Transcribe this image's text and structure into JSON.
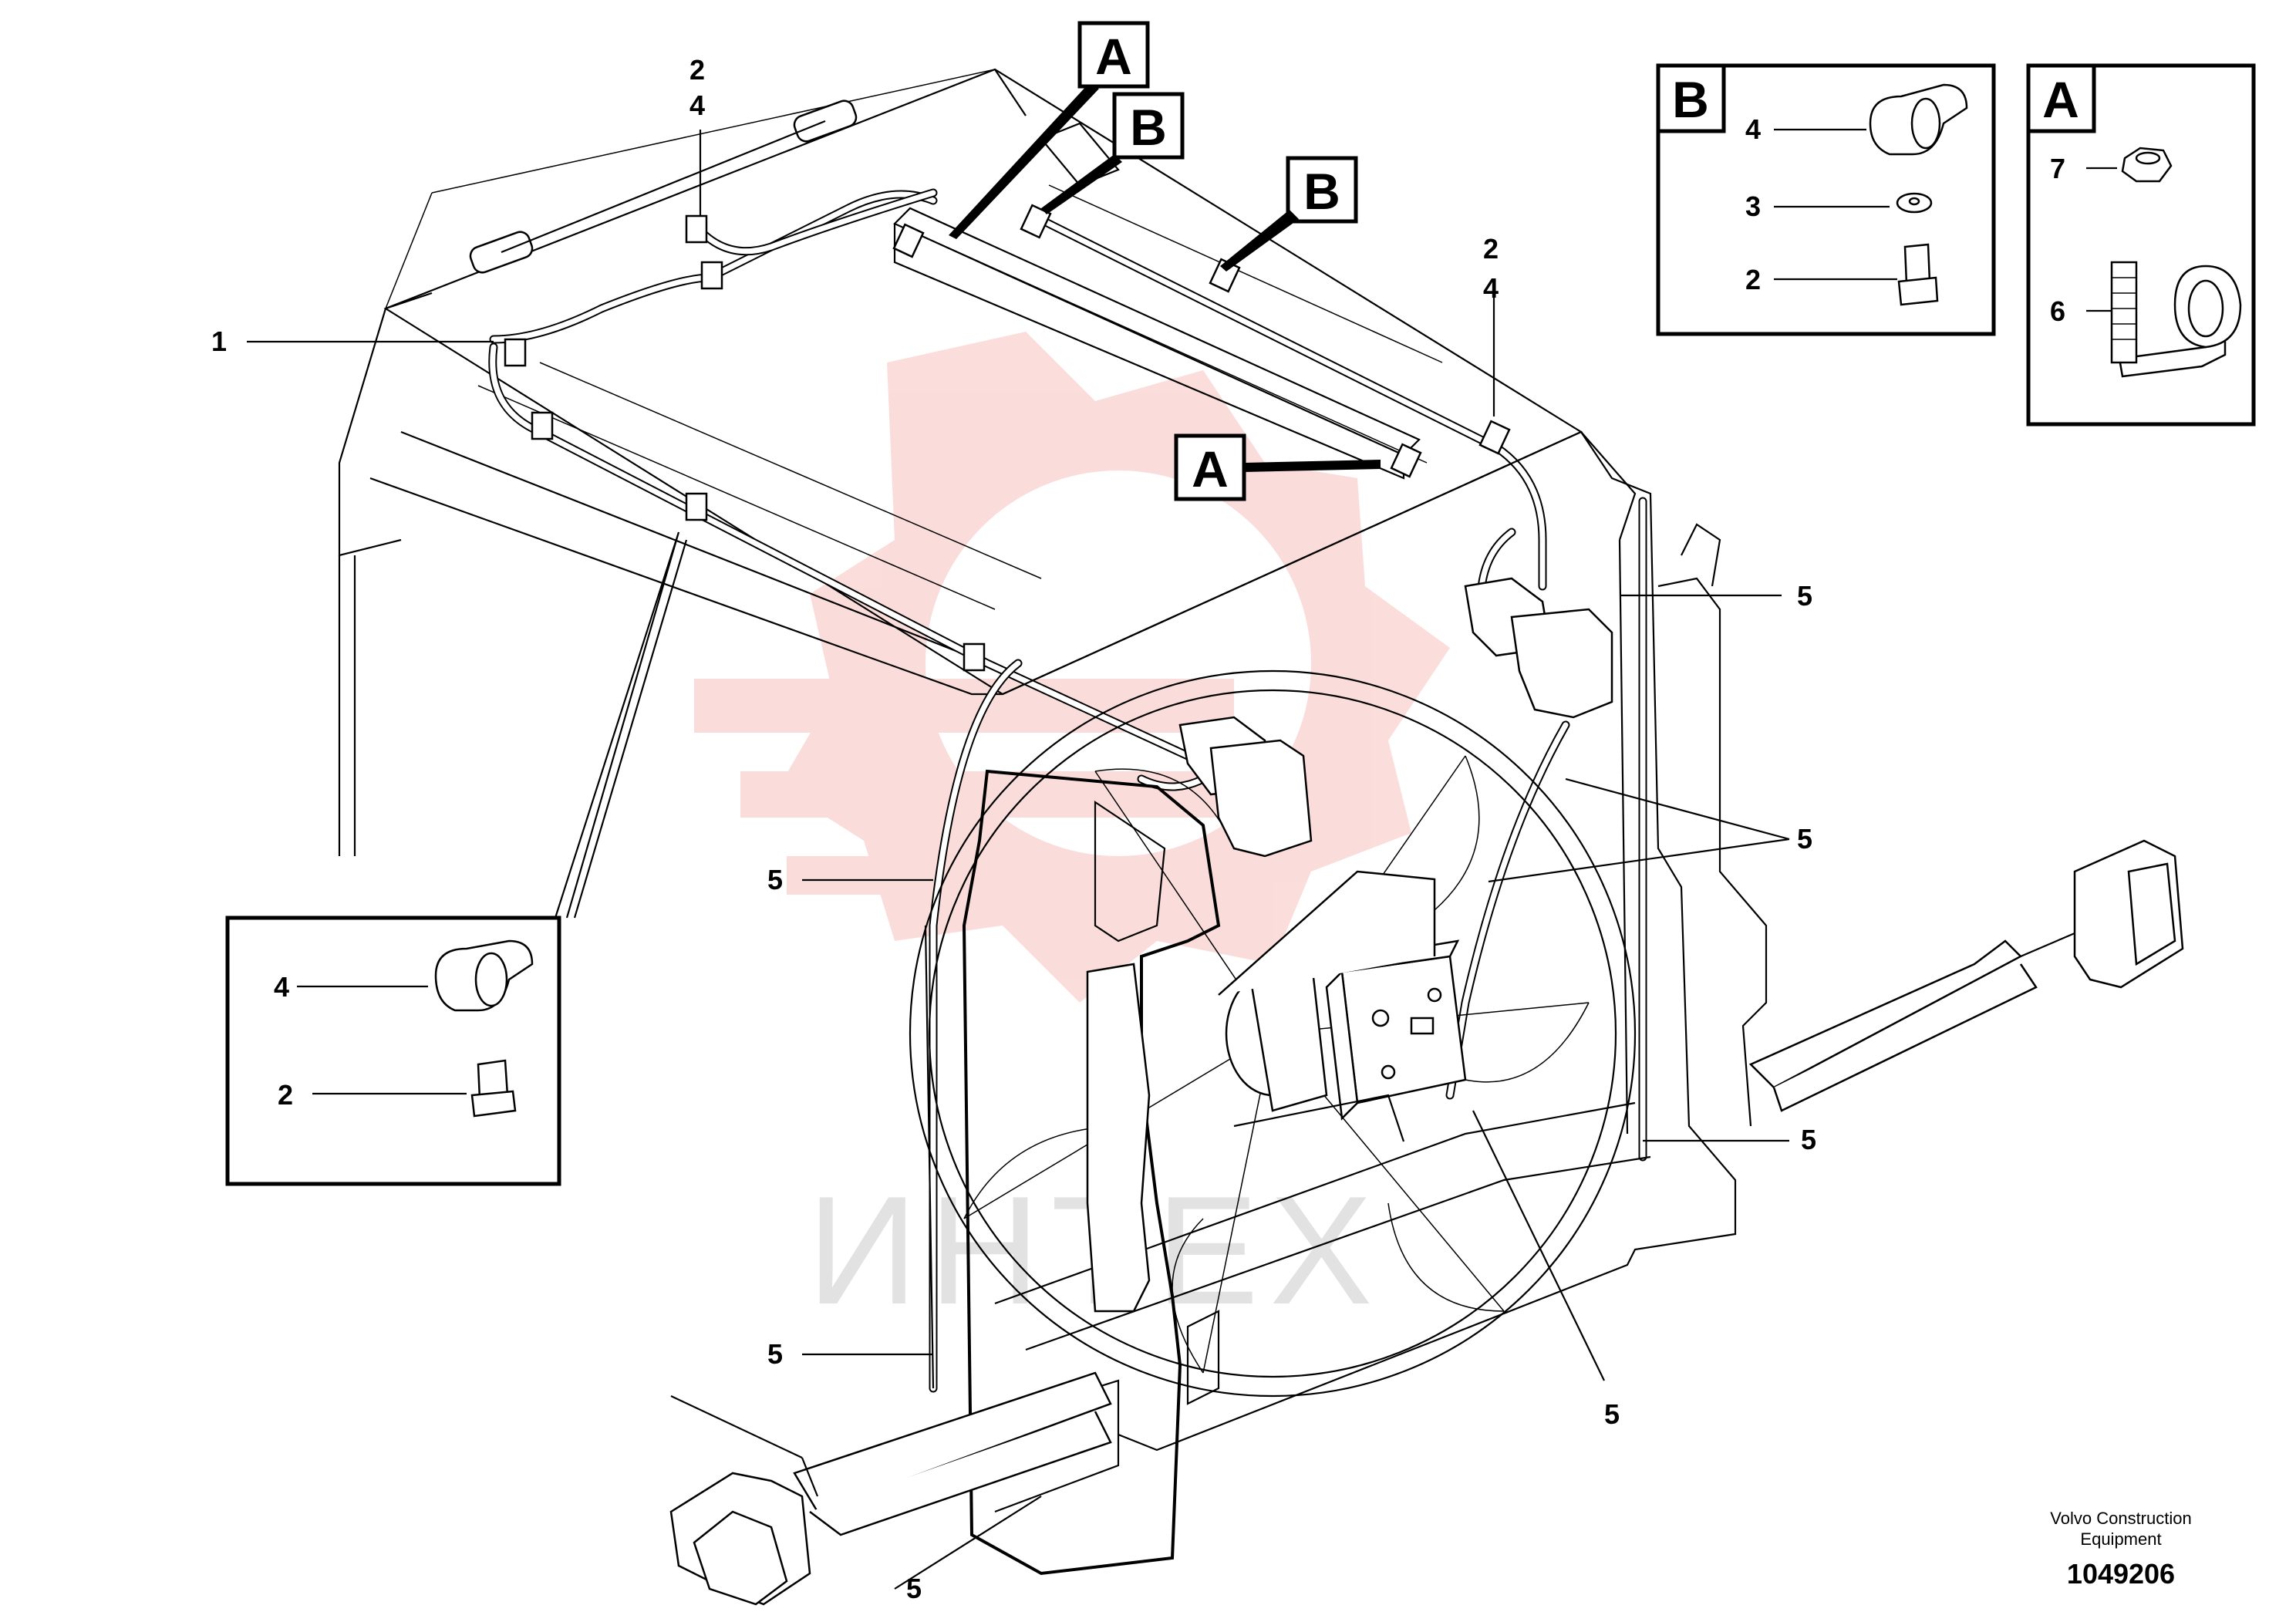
{
  "diagram": {
    "callouts": {
      "c1": "1",
      "c2": "2",
      "c3": "3",
      "c4": "4",
      "c5": "5",
      "c6": "6",
      "c7": "7"
    },
    "detail_letters": {
      "a": "A",
      "b": "B"
    },
    "watermark": {
      "text": "ИНТЕХ",
      "color": "#e8463f"
    },
    "footer": {
      "manufacturer_line1": "Volvo Construction",
      "manufacturer_line2": "Equipment",
      "part_number": "1049206"
    }
  }
}
